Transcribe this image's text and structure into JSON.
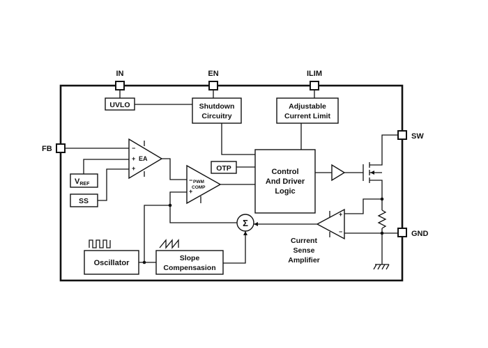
{
  "pins": {
    "in": "IN",
    "en": "EN",
    "ilim": "ILIM",
    "fb": "FB",
    "sw": "SW",
    "gnd": "GND"
  },
  "blocks": {
    "uvlo": "UVLO",
    "shutdown": [
      "Shutdown",
      "Circuitry"
    ],
    "current_limit": [
      "Adjustable",
      "Current Limit"
    ],
    "otp": "OTP",
    "control_logic": [
      "Control",
      "And Driver",
      "Logic"
    ],
    "vref_main": "V",
    "vref_sub": "REF",
    "ss": "SS",
    "oscillator": "Oscillator",
    "slope": [
      "Slope",
      "Compensasion"
    ],
    "sense_amp": [
      "Current",
      "Sense",
      "Amplifier"
    ]
  },
  "symbols": {
    "ea": "EA",
    "pwm": [
      "PWM",
      "COMP"
    ],
    "sigma": "Σ",
    "minus": "−",
    "plus": "+"
  }
}
